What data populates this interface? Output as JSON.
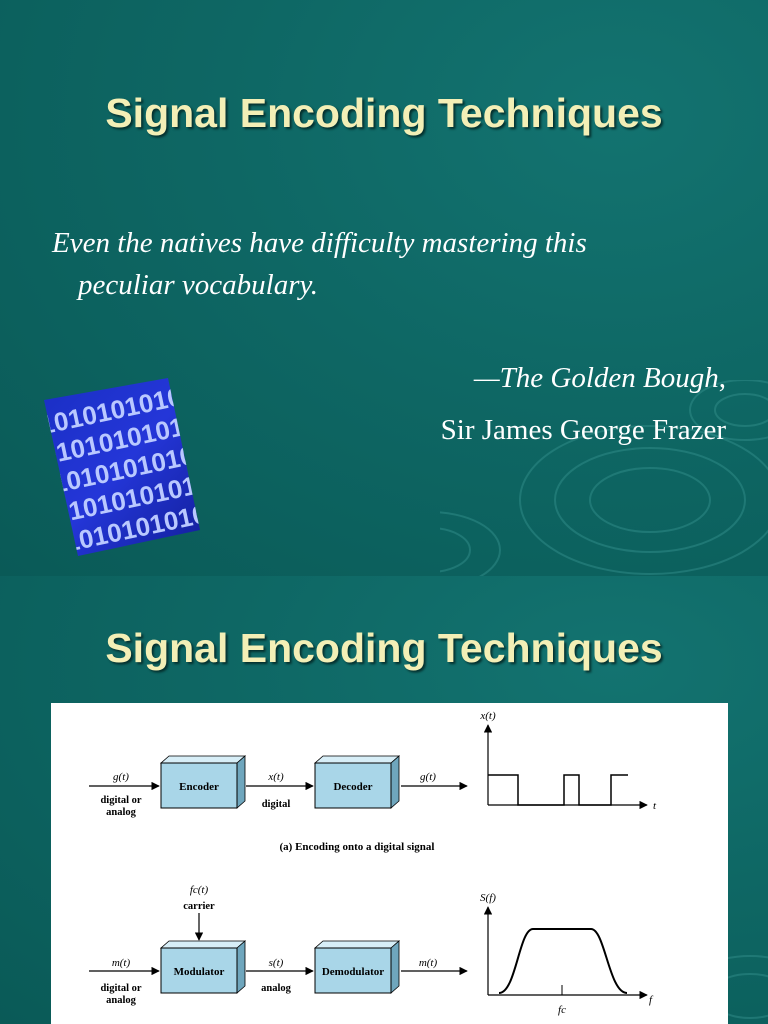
{
  "slide1": {
    "title": "Signal Encoding Techniques",
    "quote_line1": "Even the natives have difficulty mastering this",
    "quote_line2": "peculiar vocabulary.",
    "attribution_work": "—The Golden Bough",
    "attribution_comma": ",",
    "attribution_author": "Sir James George Frazer",
    "binary_text": "010101"
  },
  "slide2": {
    "title": "Signal Encoding Techniques",
    "figure": {
      "top_row": {
        "input_label": "g(t)",
        "input_note_1": "digital or",
        "input_note_2": "analog",
        "encoder_label": "Encoder",
        "middle_label": "x(t)",
        "middle_note": "digital",
        "decoder_label": "Decoder",
        "output_label": "g(t)",
        "graph_y_label": "x(t)",
        "graph_x_label": "t",
        "caption": "(a) Encoding onto a digital signal"
      },
      "bottom_row": {
        "carrier_label": "fc(t)",
        "carrier_note": "carrier",
        "input_label": "m(t)",
        "input_note_1": "digital or",
        "input_note_2": "analog",
        "modulator_label": "Modulator",
        "middle_label": "s(t)",
        "middle_note": "analog",
        "demodulator_label": "Demodulator",
        "output_label": "m(t)",
        "graph_y_label": "S(f)",
        "graph_x_label": "f",
        "graph_tick_label": "fc"
      }
    }
  },
  "colors": {
    "background": "#0e6764",
    "title": "#f3efb6",
    "box_fill": "#a9d6e8"
  }
}
